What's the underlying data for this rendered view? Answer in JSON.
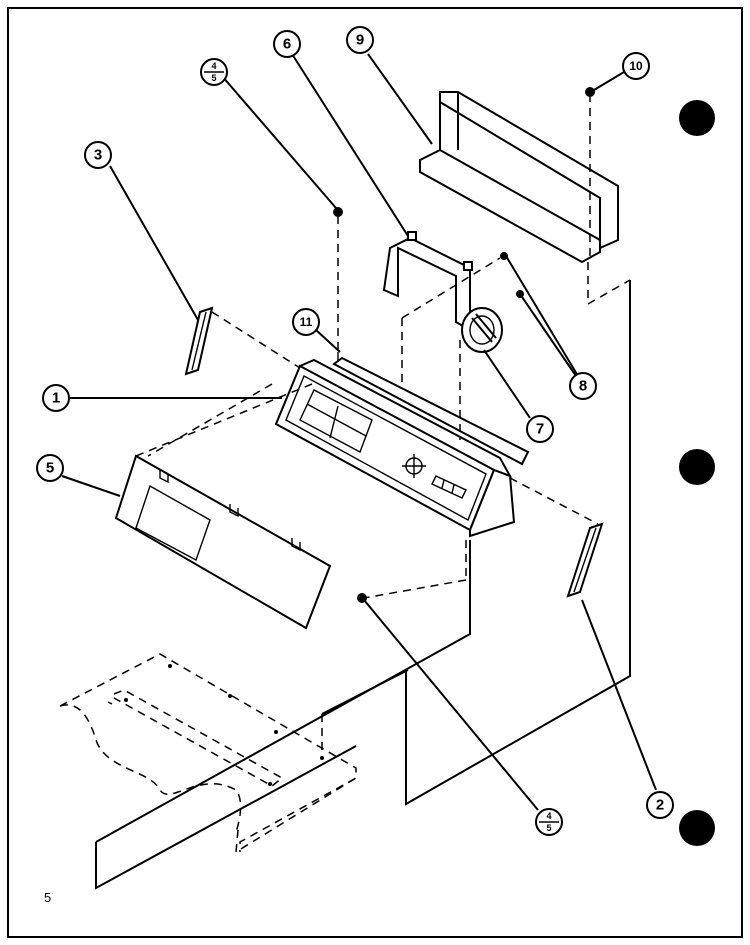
{
  "callouts": {
    "c1": "1",
    "c2": "2",
    "c3": "3",
    "c5": "5",
    "c6": "6",
    "c7": "7",
    "c8": "8",
    "c9": "9",
    "c10": "10",
    "c11": "11"
  },
  "fraction_refs": {
    "top": {
      "num": "4",
      "den": "5"
    },
    "bottom": {
      "num": "4",
      "den": "5"
    }
  },
  "page_number": "5"
}
